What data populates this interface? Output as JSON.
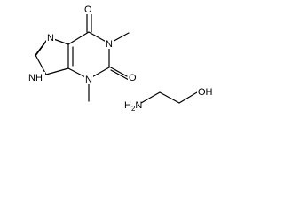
{
  "molecules": {
    "theophylline": {
      "atoms": {
        "o_top": "O",
        "o_right": "O",
        "n_methyl_top": "N",
        "n_methyl_bottom": "N",
        "n_imidazole_top": "N",
        "nh_imidazole": "NH"
      }
    },
    "ethanolamine": {
      "atoms": {
        "amine": "H2N",
        "hydroxyl": "OH"
      },
      "amine_parts": {
        "h": "H",
        "subscript": "2",
        "n": "N"
      }
    }
  },
  "colors": {
    "bond": "#000000",
    "text": "#000000",
    "background": "#ffffff"
  }
}
